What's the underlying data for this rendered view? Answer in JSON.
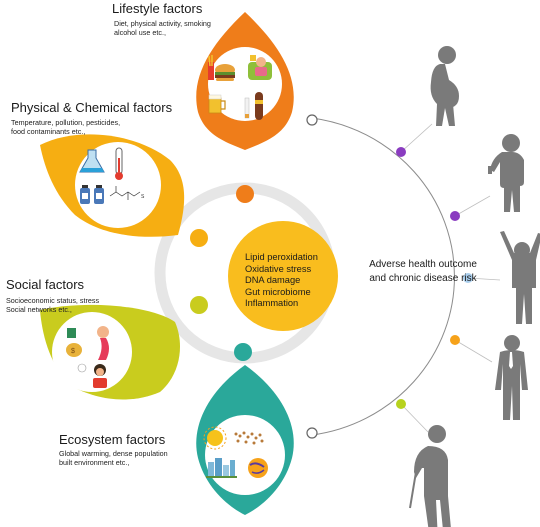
{
  "factors": {
    "lifestyle": {
      "title": "Lifestyle factors",
      "desc": [
        "Diet, physical activity, smoking",
        "alcohol use etc.,"
      ]
    },
    "physical": {
      "title": "Physical & Chemical factors",
      "desc": [
        "Temperature, pollution, pesticides,",
        "food contaminants etc.,"
      ]
    },
    "social": {
      "title": "Social factors",
      "desc": [
        "Socioeconomic status, stress",
        "Social networks etc.,"
      ]
    },
    "ecosystem": {
      "title": "Ecosystem factors",
      "desc": [
        "Global warming, dense population",
        "built environment etc.,"
      ]
    }
  },
  "center": {
    "lines": [
      "Lipid peroxidation",
      "Oxidative stress",
      "DNA damage",
      "Gut microbiome",
      "Inflammation"
    ]
  },
  "outcome": {
    "text": "Adverse health outcome and chronic disease risk"
  },
  "colors": {
    "lifestyle": "#ef7d1a",
    "physical": "#f6ae12",
    "social": "#c9cc1e",
    "ecosystem": "#2aa89a",
    "center": "#f9bd1e",
    "ring": "#e6e6e6",
    "silhouette": "#7a7a7a",
    "dot_purple": "#8a3cc0",
    "dot_blue": "#a9cdec",
    "dot_orange": "#f6a21a",
    "dot_green": "#b7d21e"
  },
  "icons": {
    "lifestyle": [
      "burger-fries-icon",
      "person-on-couch-icon",
      "beer-mug-icon",
      "cigarette-cigar-icon"
    ],
    "physical": [
      "flask-icon",
      "thermometer-icon",
      "pesticide-bottles-icon",
      "chemical-structure-icon"
    ],
    "social": [
      "money-bag-icon",
      "stressed-person-icon",
      "person-on-phone-icon"
    ],
    "ecosystem": [
      "sun-heat-icon",
      "world-population-icon",
      "city-buildings-icon",
      "planet-icon"
    ]
  },
  "silhouettes": [
    "pregnant-woman-silhouette",
    "toddler-silhouette",
    "child-arms-up-silhouette",
    "businessman-silhouette",
    "elderly-cane-silhouette"
  ]
}
